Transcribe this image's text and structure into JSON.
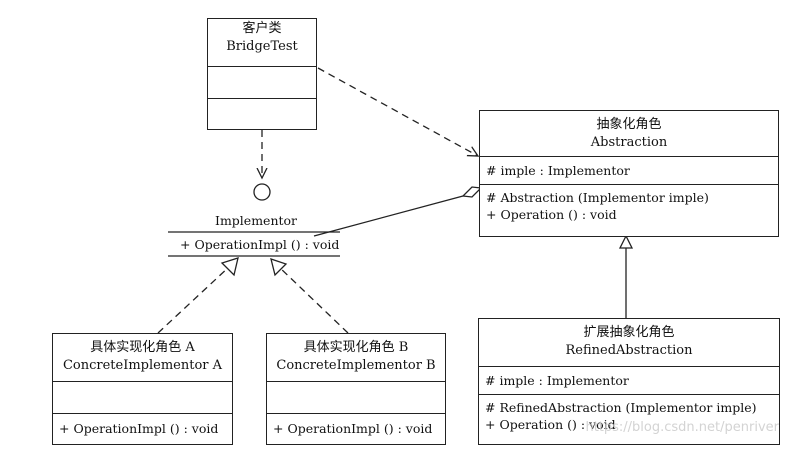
{
  "client": {
    "name_cn": "客户类",
    "name_en": "BridgeTest"
  },
  "abstraction": {
    "name_cn": "抽象化角色",
    "name_en": "Abstraction",
    "attributes": [
      "# imple : Implementor"
    ],
    "methods": [
      "# Abstraction (Implementor imple)",
      "+ Operation () : void"
    ]
  },
  "implementor": {
    "name": "Implementor",
    "method": "+ OperationImpl () : void"
  },
  "refined": {
    "name_cn": "扩展抽象化角色",
    "name_en": "RefinedAbstraction",
    "attributes": [
      "# imple : Implementor"
    ],
    "methods": [
      "# RefinedAbstraction (Implementor imple)",
      "+ Operation () : void"
    ]
  },
  "concrete_a": {
    "name_cn": "具体实现化角色 A",
    "name_en": "ConcreteImplementor A",
    "methods": [
      "+ OperationImpl () : void"
    ]
  },
  "concrete_b": {
    "name_cn": "具体实现化角色 B",
    "name_en": "ConcreteImplementor B",
    "methods": [
      "+ OperationImpl () : void"
    ]
  },
  "watermark": "https://blog.csdn.net/penriver"
}
